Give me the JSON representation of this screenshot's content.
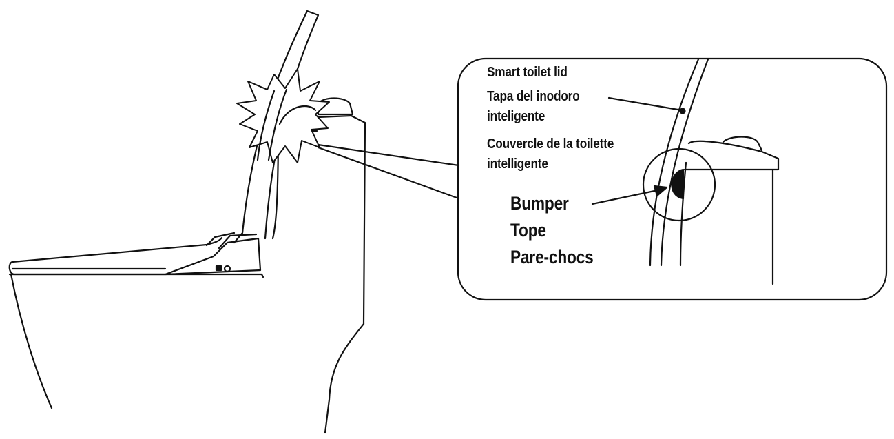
{
  "callout": {
    "lid_label_en": "Smart toilet lid",
    "lid_label_es_1": "Tapa del inodoro",
    "lid_label_es_2": "inteligente",
    "lid_label_fr_1": "Couvercle de la toilette",
    "lid_label_fr_2": "intelligente",
    "bumper_label_en": "Bumper",
    "bumper_label_es": "Tope",
    "bumper_label_fr": "Pare-chocs"
  },
  "colors": {
    "line": "#111111",
    "background": "#ffffff"
  }
}
